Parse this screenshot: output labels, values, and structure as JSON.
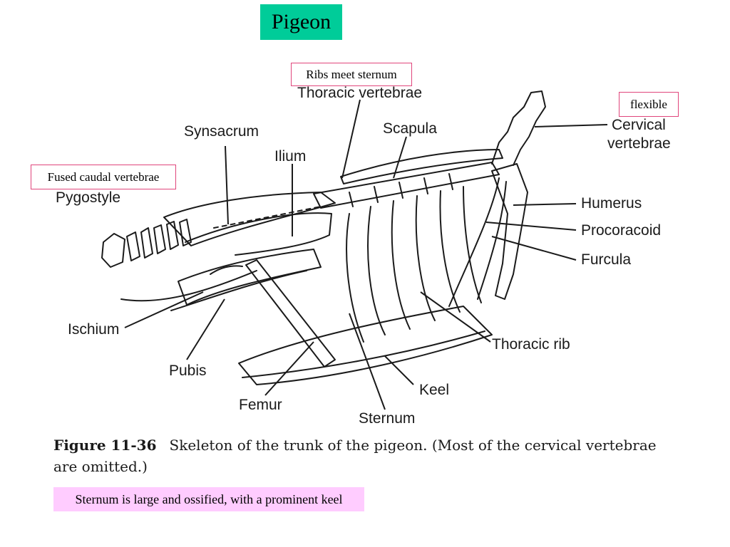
{
  "slide": {
    "title": "Pigeon"
  },
  "callouts": {
    "ribs_meet_sternum": "Ribs meet sternum",
    "flexible": "flexible",
    "fused_caudal": "Fused caudal vertebrae"
  },
  "labels": {
    "thoracic_vertebrae": "Thoracic vertebrae",
    "scapula": "Scapula",
    "cervical": "Cervical",
    "vertebrae": "vertebrae",
    "synsacrum": "Synsacrum",
    "ilium": "Ilium",
    "pygostyle": "Pygostyle",
    "humerus": "Humerus",
    "procoracoid": "Procoracoid",
    "furcula": "Furcula",
    "ischium": "Ischium",
    "thoracic_rib": "Thoracic rib",
    "pubis": "Pubis",
    "keel": "Keel",
    "femur": "Femur",
    "sternum": "Sternum"
  },
  "figure": {
    "number": "Figure 11-36",
    "caption": "Skeleton of the trunk of the pigeon. (Most of the cervical vertebrae are omitted.)"
  },
  "note": "Sternum is large and ossified, with a prominent keel"
}
